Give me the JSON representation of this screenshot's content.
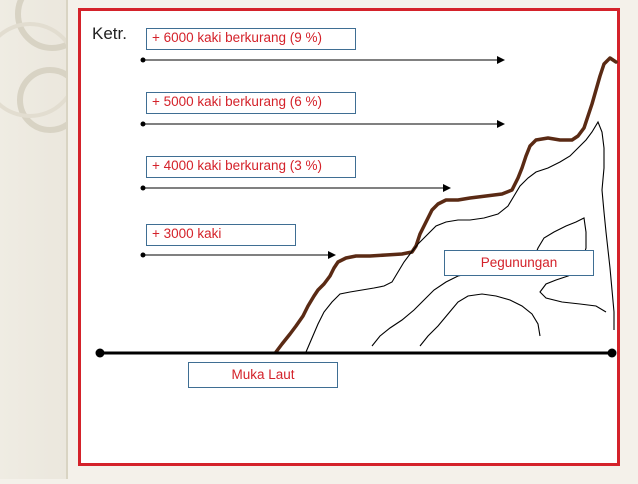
{
  "legend_title": "Ketr.",
  "altitude_labels": [
    "+  6000  kaki berkurang  (9 %)",
    "+  5000  kaki berkurang  (6 %)",
    "+  4000  kaki berkurang  (3 %)",
    "+  3000  kaki"
  ],
  "mountain_label": "Pegunungan",
  "sea_level_label": "Muka  Laut",
  "colors": {
    "frame": "#d4222a",
    "label_text": "#d4222a",
    "label_border": "#3f6e93",
    "mountain_outline": "#5a2a14",
    "lines": "#000000"
  }
}
